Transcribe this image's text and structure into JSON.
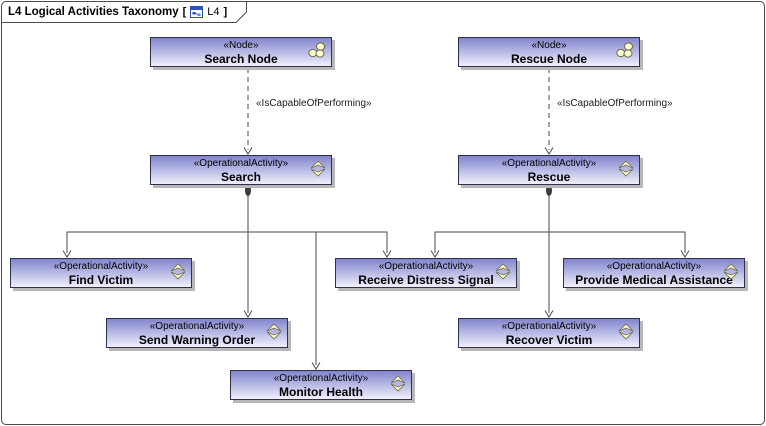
{
  "frame": {
    "title": "L4 Logical Activities Taxonomy",
    "bracket_open": "[",
    "diagram_label": "L4",
    "bracket_close": "]",
    "diagram_kind_icon": "diagram-icon"
  },
  "colors": {
    "box_gradient_top": "#8285cc",
    "box_gradient_bottom": "#f0f0fb",
    "box_border": "#30304a",
    "box_shadow": "#b8b8b8",
    "connector": "#4a4a4a",
    "badge_fill": "#ffffd2",
    "badge_stroke": "#6b6b45",
    "tab_icon_blue": "#2d52b8"
  },
  "boxes": [
    {
      "id": "search-node",
      "stereotype": "«Node»",
      "name": "Search Node",
      "icon": "node-icon"
    },
    {
      "id": "rescue-node",
      "stereotype": "«Node»",
      "name": "Rescue Node",
      "icon": "node-icon"
    },
    {
      "id": "search",
      "stereotype": "«OperationalActivity»",
      "name": "Search",
      "icon": "operational-activity-icon"
    },
    {
      "id": "rescue",
      "stereotype": "«OperationalActivity»",
      "name": "Rescue",
      "icon": "operational-activity-icon"
    },
    {
      "id": "find-victim",
      "stereotype": "«OperationalActivity»",
      "name": "Find Victim",
      "icon": "operational-activity-icon"
    },
    {
      "id": "send-warning-order",
      "stereotype": "«OperationalActivity»",
      "name": "Send Warning Order",
      "icon": "operational-activity-icon"
    },
    {
      "id": "monitor-health",
      "stereotype": "«OperationalActivity»",
      "name": "Monitor Health",
      "icon": "operational-activity-icon"
    },
    {
      "id": "receive-distress-signal",
      "stereotype": "«OperationalActivity»",
      "name": "Receive Distress Signal",
      "icon": "operational-activity-icon"
    },
    {
      "id": "recover-victim",
      "stereotype": "«OperationalActivity»",
      "name": "Recover Victim",
      "icon": "operational-activity-icon"
    },
    {
      "id": "provide-medical-assistance",
      "stereotype": "«OperationalActivity»",
      "name": "Provide Medical Assistance",
      "icon": "operational-activity-icon"
    }
  ],
  "edge_labels": {
    "search_capability": "«IsCapableOfPerforming»",
    "rescue_capability": "«IsCapableOfPerforming»"
  }
}
